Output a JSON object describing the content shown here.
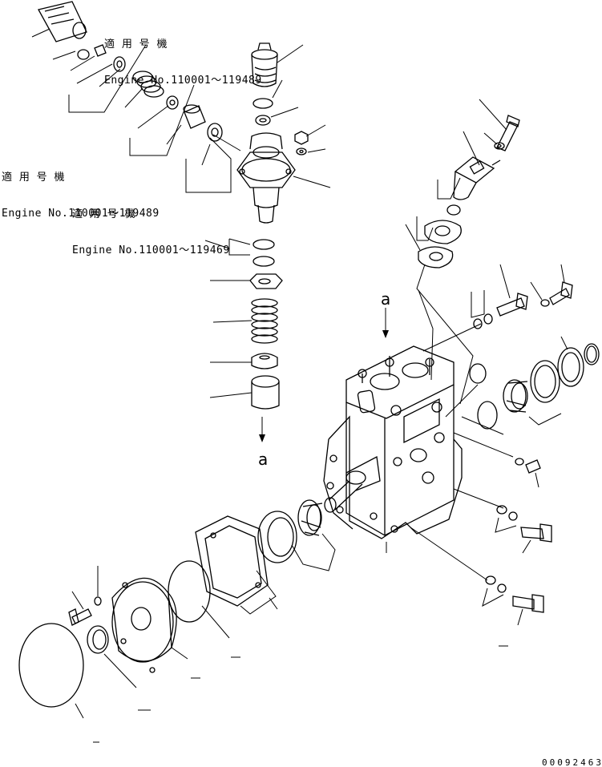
{
  "notes": [
    {
      "jp": "適 用 号 機",
      "engine": "Engine No.110001～119489"
    },
    {
      "jp": "適 用 号 機",
      "engine": "Engine No.110001～119489"
    },
    {
      "jp": "適 用 号 機",
      "engine": "Engine No.110001～119469"
    }
  ],
  "labels": {
    "view_a_top": "a",
    "view_a_bottom": "a"
  },
  "doc_number": "00092463"
}
